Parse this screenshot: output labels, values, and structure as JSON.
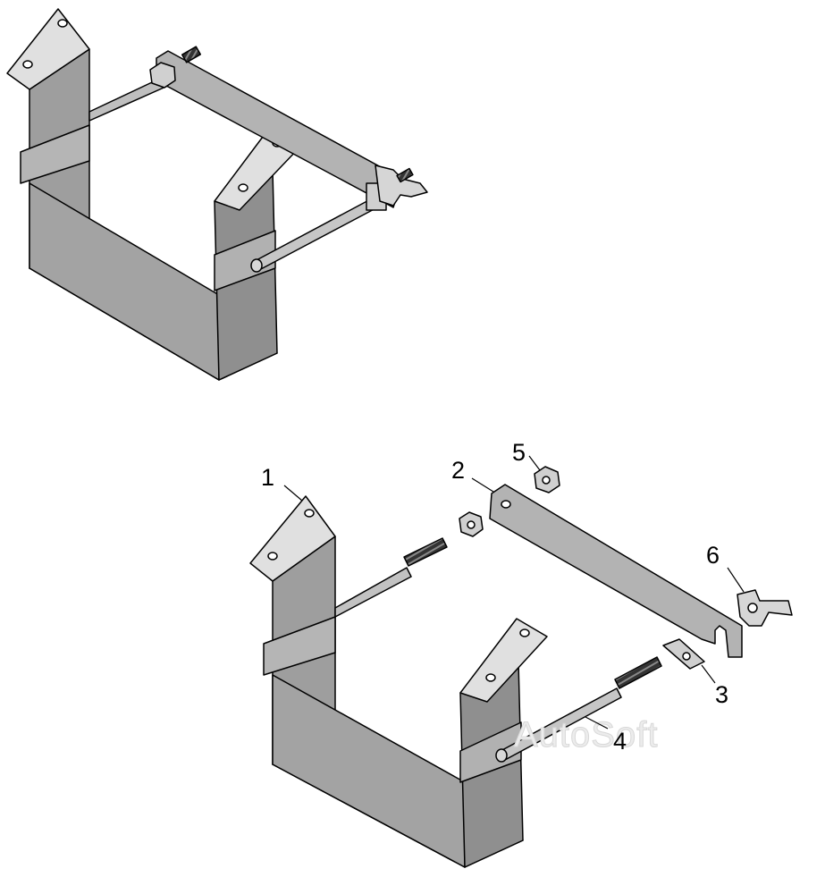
{
  "diagram": {
    "watermark": "AutoSoft",
    "callouts": [
      {
        "number": "1",
        "part": "bracket"
      },
      {
        "number": "2",
        "part": "tie-strap"
      },
      {
        "number": "3",
        "part": "square-washer"
      },
      {
        "number": "4",
        "part": "threaded-rod"
      },
      {
        "number": "5",
        "part": "hex-nut"
      },
      {
        "number": "6",
        "part": "wing-nut"
      }
    ]
  },
  "colors": {
    "background": "#ffffff",
    "metal_face": "#a8a8a8",
    "metal_light": "#d4d4d4",
    "metal_dark": "#7f7f7f",
    "outline": "#000000"
  }
}
